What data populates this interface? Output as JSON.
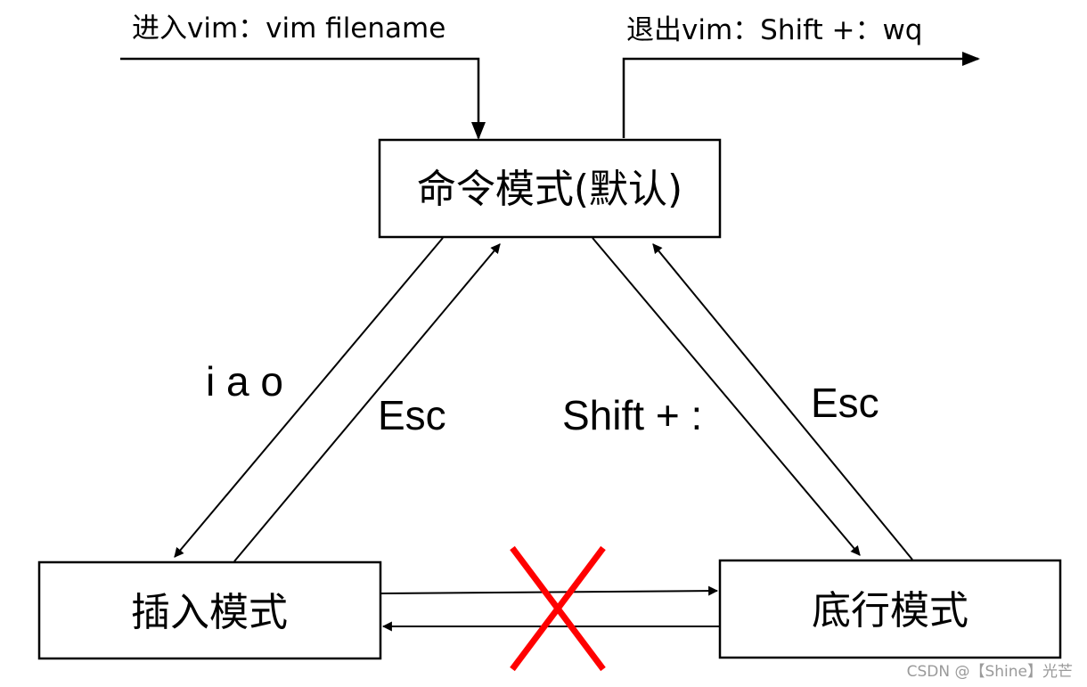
{
  "top_labels": {
    "enter_vim": "进入vim：vim filename",
    "exit_vim": "退出vim：Shift +：wq"
  },
  "nodes": {
    "command_mode": "命令模式(默认)",
    "insert_mode": "插入模式",
    "last_line_mode": "底行模式"
  },
  "edges": {
    "command_to_insert": "i a o",
    "insert_to_command": "Esc",
    "command_to_last_line": "Shift + :",
    "last_line_to_command": "Esc"
  },
  "colors": {
    "line": "#000000",
    "forbidden_cross": "#ff0000",
    "watermark": "#9a9a9a"
  },
  "watermark": "CSDN @【Shine】光芒"
}
